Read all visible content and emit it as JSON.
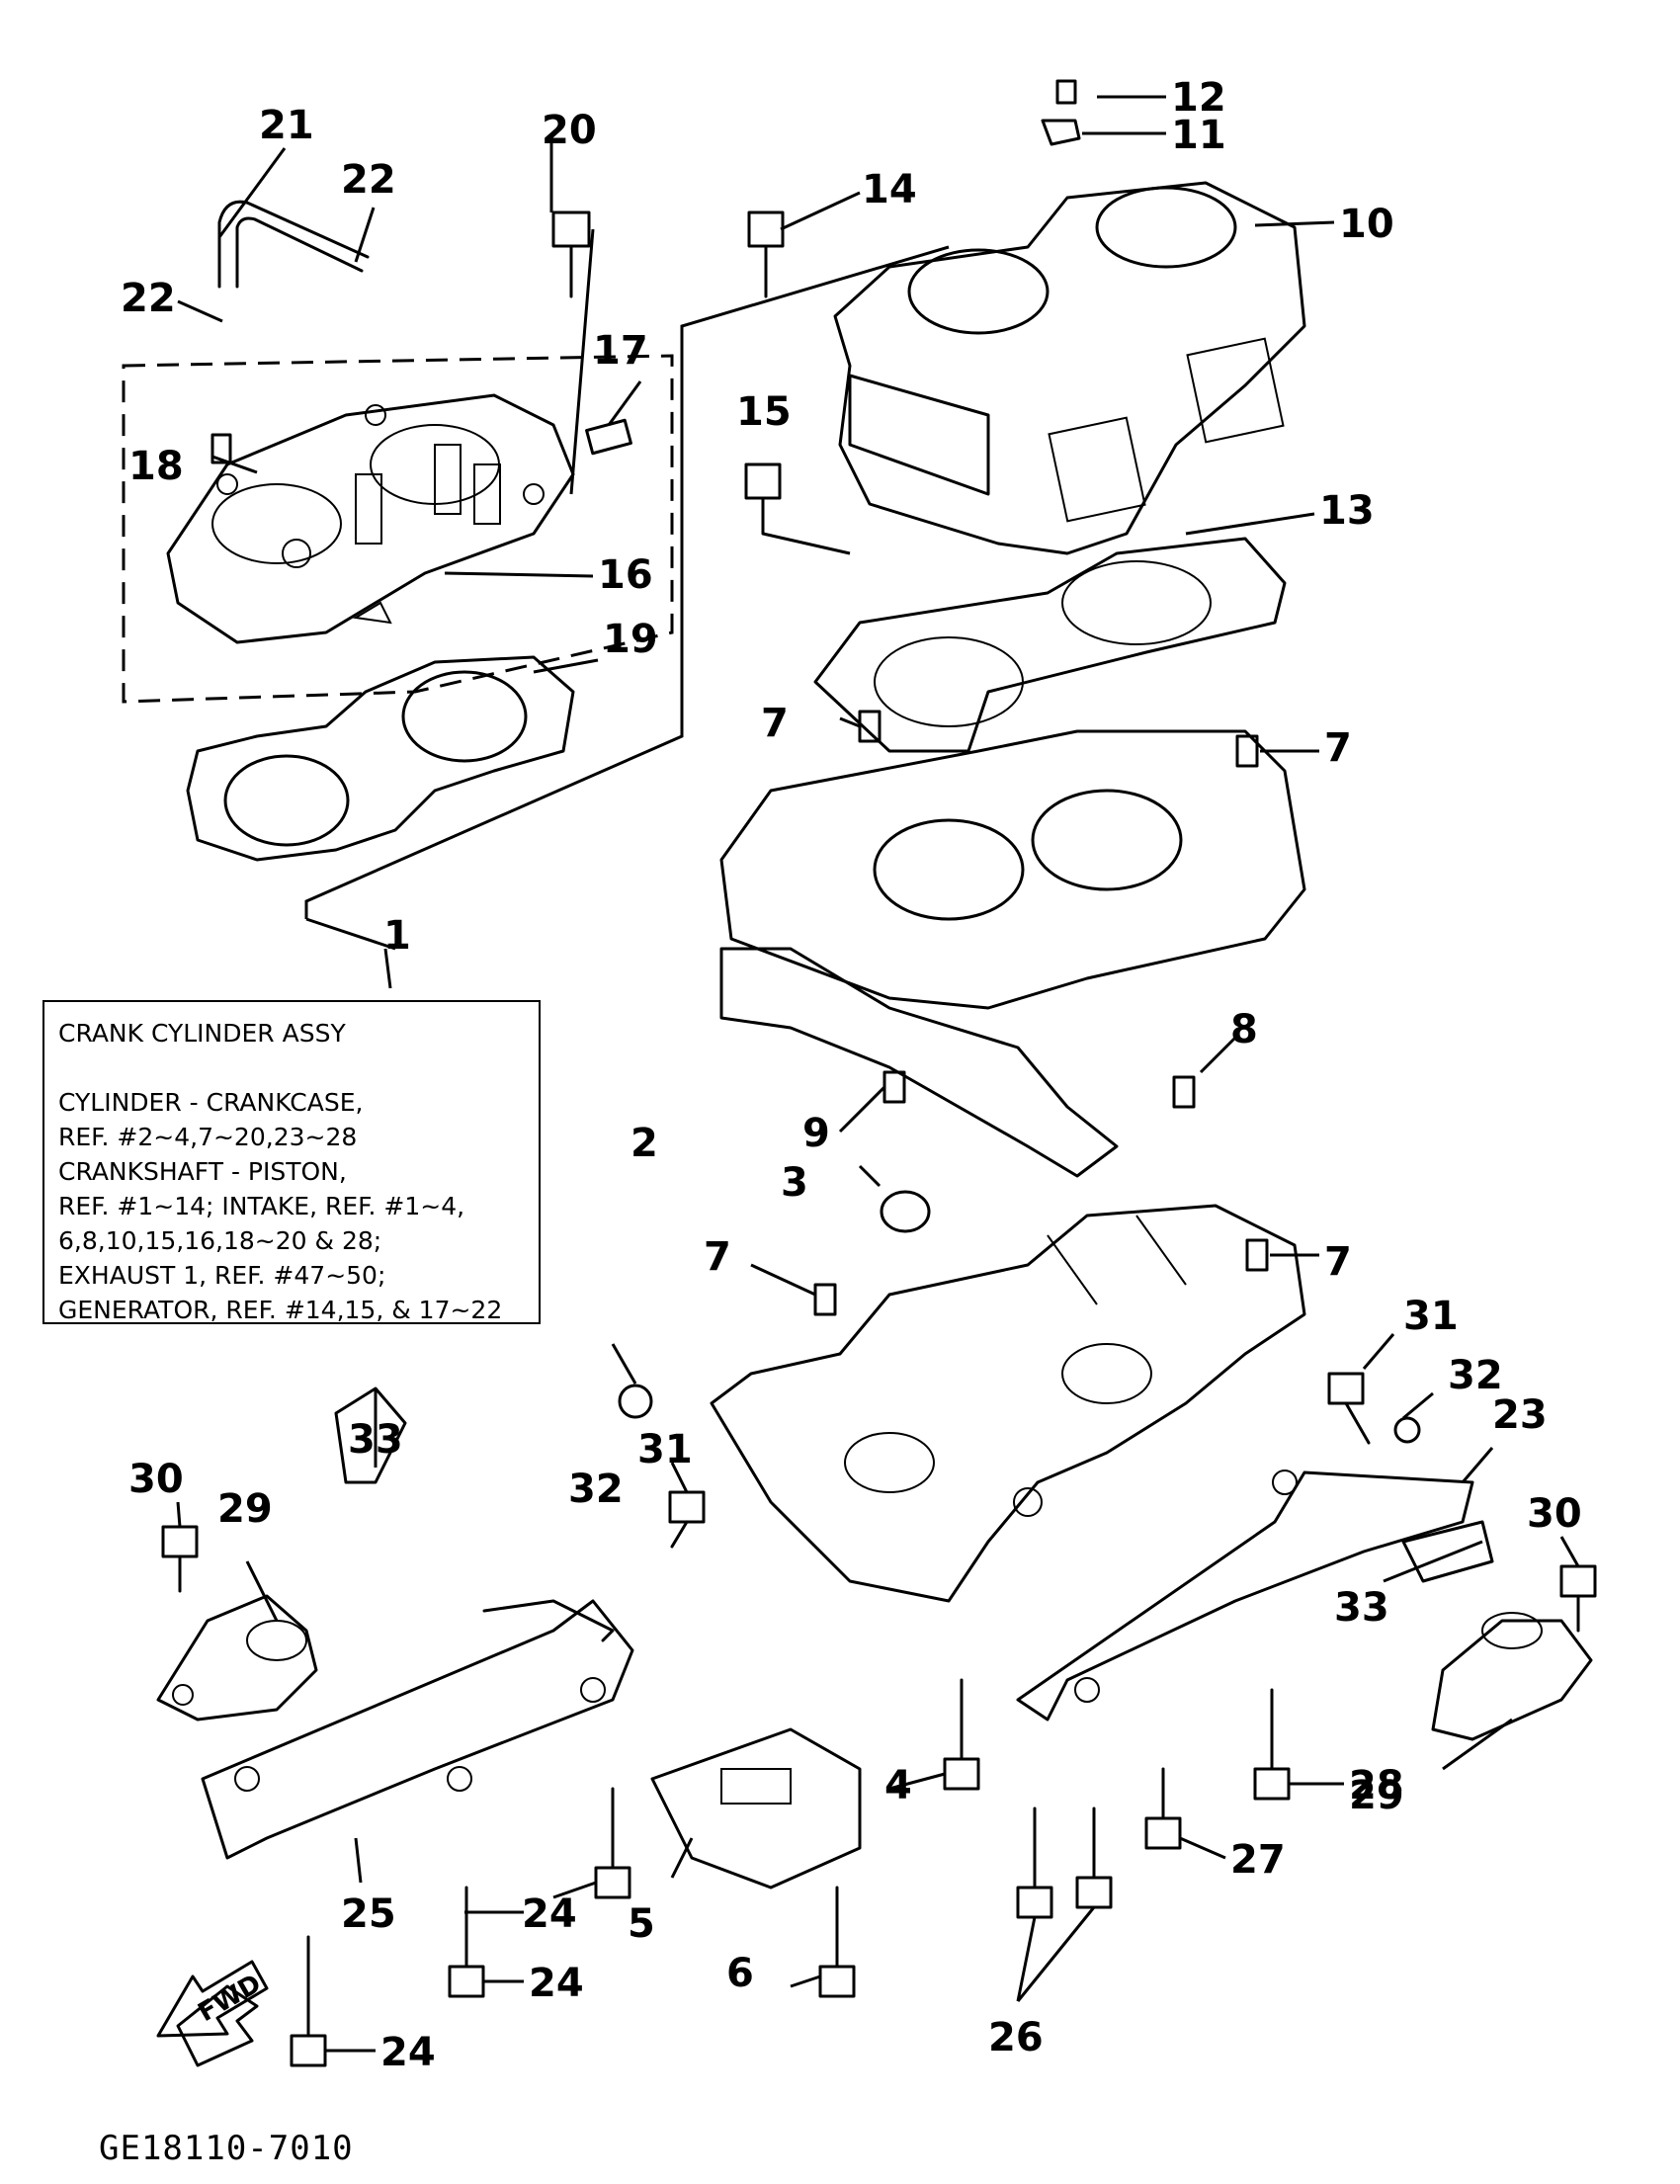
{
  "assembly_box": {
    "title": "CRANK CYLINDER ASSY",
    "lines": [
      "CYLINDER - CRANKCASE,",
      "REF. #2~4,7~20,23~28",
      "CRANKSHAFT - PISTON,",
      "REF. #1~14; INTAKE, REF. #1~4,",
      "6,8,10,15,16,18~20 & 28;",
      "EXHAUST 1, REF. #47~50;",
      "GENERATOR, REF. #14,15, & 17~22"
    ]
  },
  "drawing_code": "GE18110-7010",
  "direction_label": "FWD",
  "callouts": [
    {
      "id": "c1",
      "label": "1"
    },
    {
      "id": "c2",
      "label": "2"
    },
    {
      "id": "c3",
      "label": "3"
    },
    {
      "id": "c4",
      "label": "4"
    },
    {
      "id": "c5",
      "label": "5"
    },
    {
      "id": "c6",
      "label": "6"
    },
    {
      "id": "c7a",
      "label": "7"
    },
    {
      "id": "c7b",
      "label": "7"
    },
    {
      "id": "c7c",
      "label": "7"
    },
    {
      "id": "c7d",
      "label": "7"
    },
    {
      "id": "c8",
      "label": "8"
    },
    {
      "id": "c9",
      "label": "9"
    },
    {
      "id": "c10",
      "label": "10"
    },
    {
      "id": "c11",
      "label": "11"
    },
    {
      "id": "c12",
      "label": "12"
    },
    {
      "id": "c13",
      "label": "13"
    },
    {
      "id": "c14",
      "label": "14"
    },
    {
      "id": "c15",
      "label": "15"
    },
    {
      "id": "c16",
      "label": "16"
    },
    {
      "id": "c17",
      "label": "17"
    },
    {
      "id": "c18",
      "label": "18"
    },
    {
      "id": "c19",
      "label": "19"
    },
    {
      "id": "c20",
      "label": "20"
    },
    {
      "id": "c21",
      "label": "21"
    },
    {
      "id": "c22a",
      "label": "22"
    },
    {
      "id": "c22b",
      "label": "22"
    },
    {
      "id": "c23",
      "label": "23"
    },
    {
      "id": "c24a",
      "label": "24"
    },
    {
      "id": "c24b",
      "label": "24"
    },
    {
      "id": "c24c",
      "label": "24"
    },
    {
      "id": "c25",
      "label": "25"
    },
    {
      "id": "c26",
      "label": "26"
    },
    {
      "id": "c27",
      "label": "27"
    },
    {
      "id": "c28",
      "label": "28"
    },
    {
      "id": "c29a",
      "label": "29"
    },
    {
      "id": "c29b",
      "label": "29"
    },
    {
      "id": "c30a",
      "label": "30"
    },
    {
      "id": "c30b",
      "label": "30"
    },
    {
      "id": "c31a",
      "label": "31"
    },
    {
      "id": "c31b",
      "label": "31"
    },
    {
      "id": "c32a",
      "label": "32"
    },
    {
      "id": "c32b",
      "label": "32"
    },
    {
      "id": "c33a",
      "label": "33"
    },
    {
      "id": "c33b",
      "label": "33"
    }
  ]
}
